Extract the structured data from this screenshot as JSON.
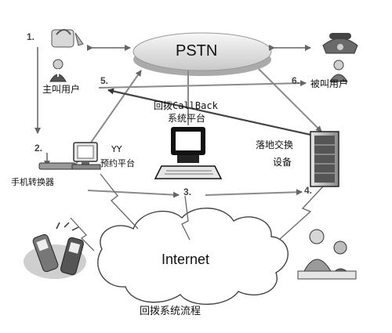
{
  "diagram": {
    "pstn_label": "PSTN",
    "internet_label": "Internet",
    "caller_label": "主叫用户",
    "callee_label": "被叫用户",
    "converter_label": "手机转换器",
    "yy_title": "YY",
    "yy_label": "预约平台",
    "callback_title": "回拨CallBack",
    "callback_label": "系统平台",
    "landing_label_1": "落地交换",
    "landing_label_2": "设备",
    "caption": "回拨系统流程",
    "steps": [
      "1.",
      "2.",
      "3.",
      "4.",
      "5.",
      "6."
    ]
  }
}
